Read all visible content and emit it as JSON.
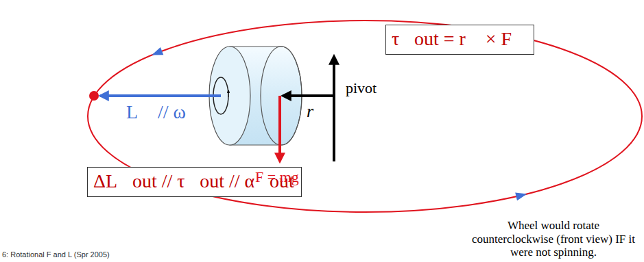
{
  "diagram": {
    "nodes": [
      {
        "text": [
          "τ⃗out = r⃗ × F⃗"
        ]
      },
      {
        "text": [
          "ΔL⃗out // τ⃗out // α⃗out"
        ]
      }
    ],
    "labels": [
      "L⃗ // ω⃗",
      "r",
      "pivot",
      "F = mg",
      "Wheel would rotate counterclockwise (front view) IF it were not spinning.",
      "6: Rotational F and L (Spr 2005)"
    ]
  }
}
